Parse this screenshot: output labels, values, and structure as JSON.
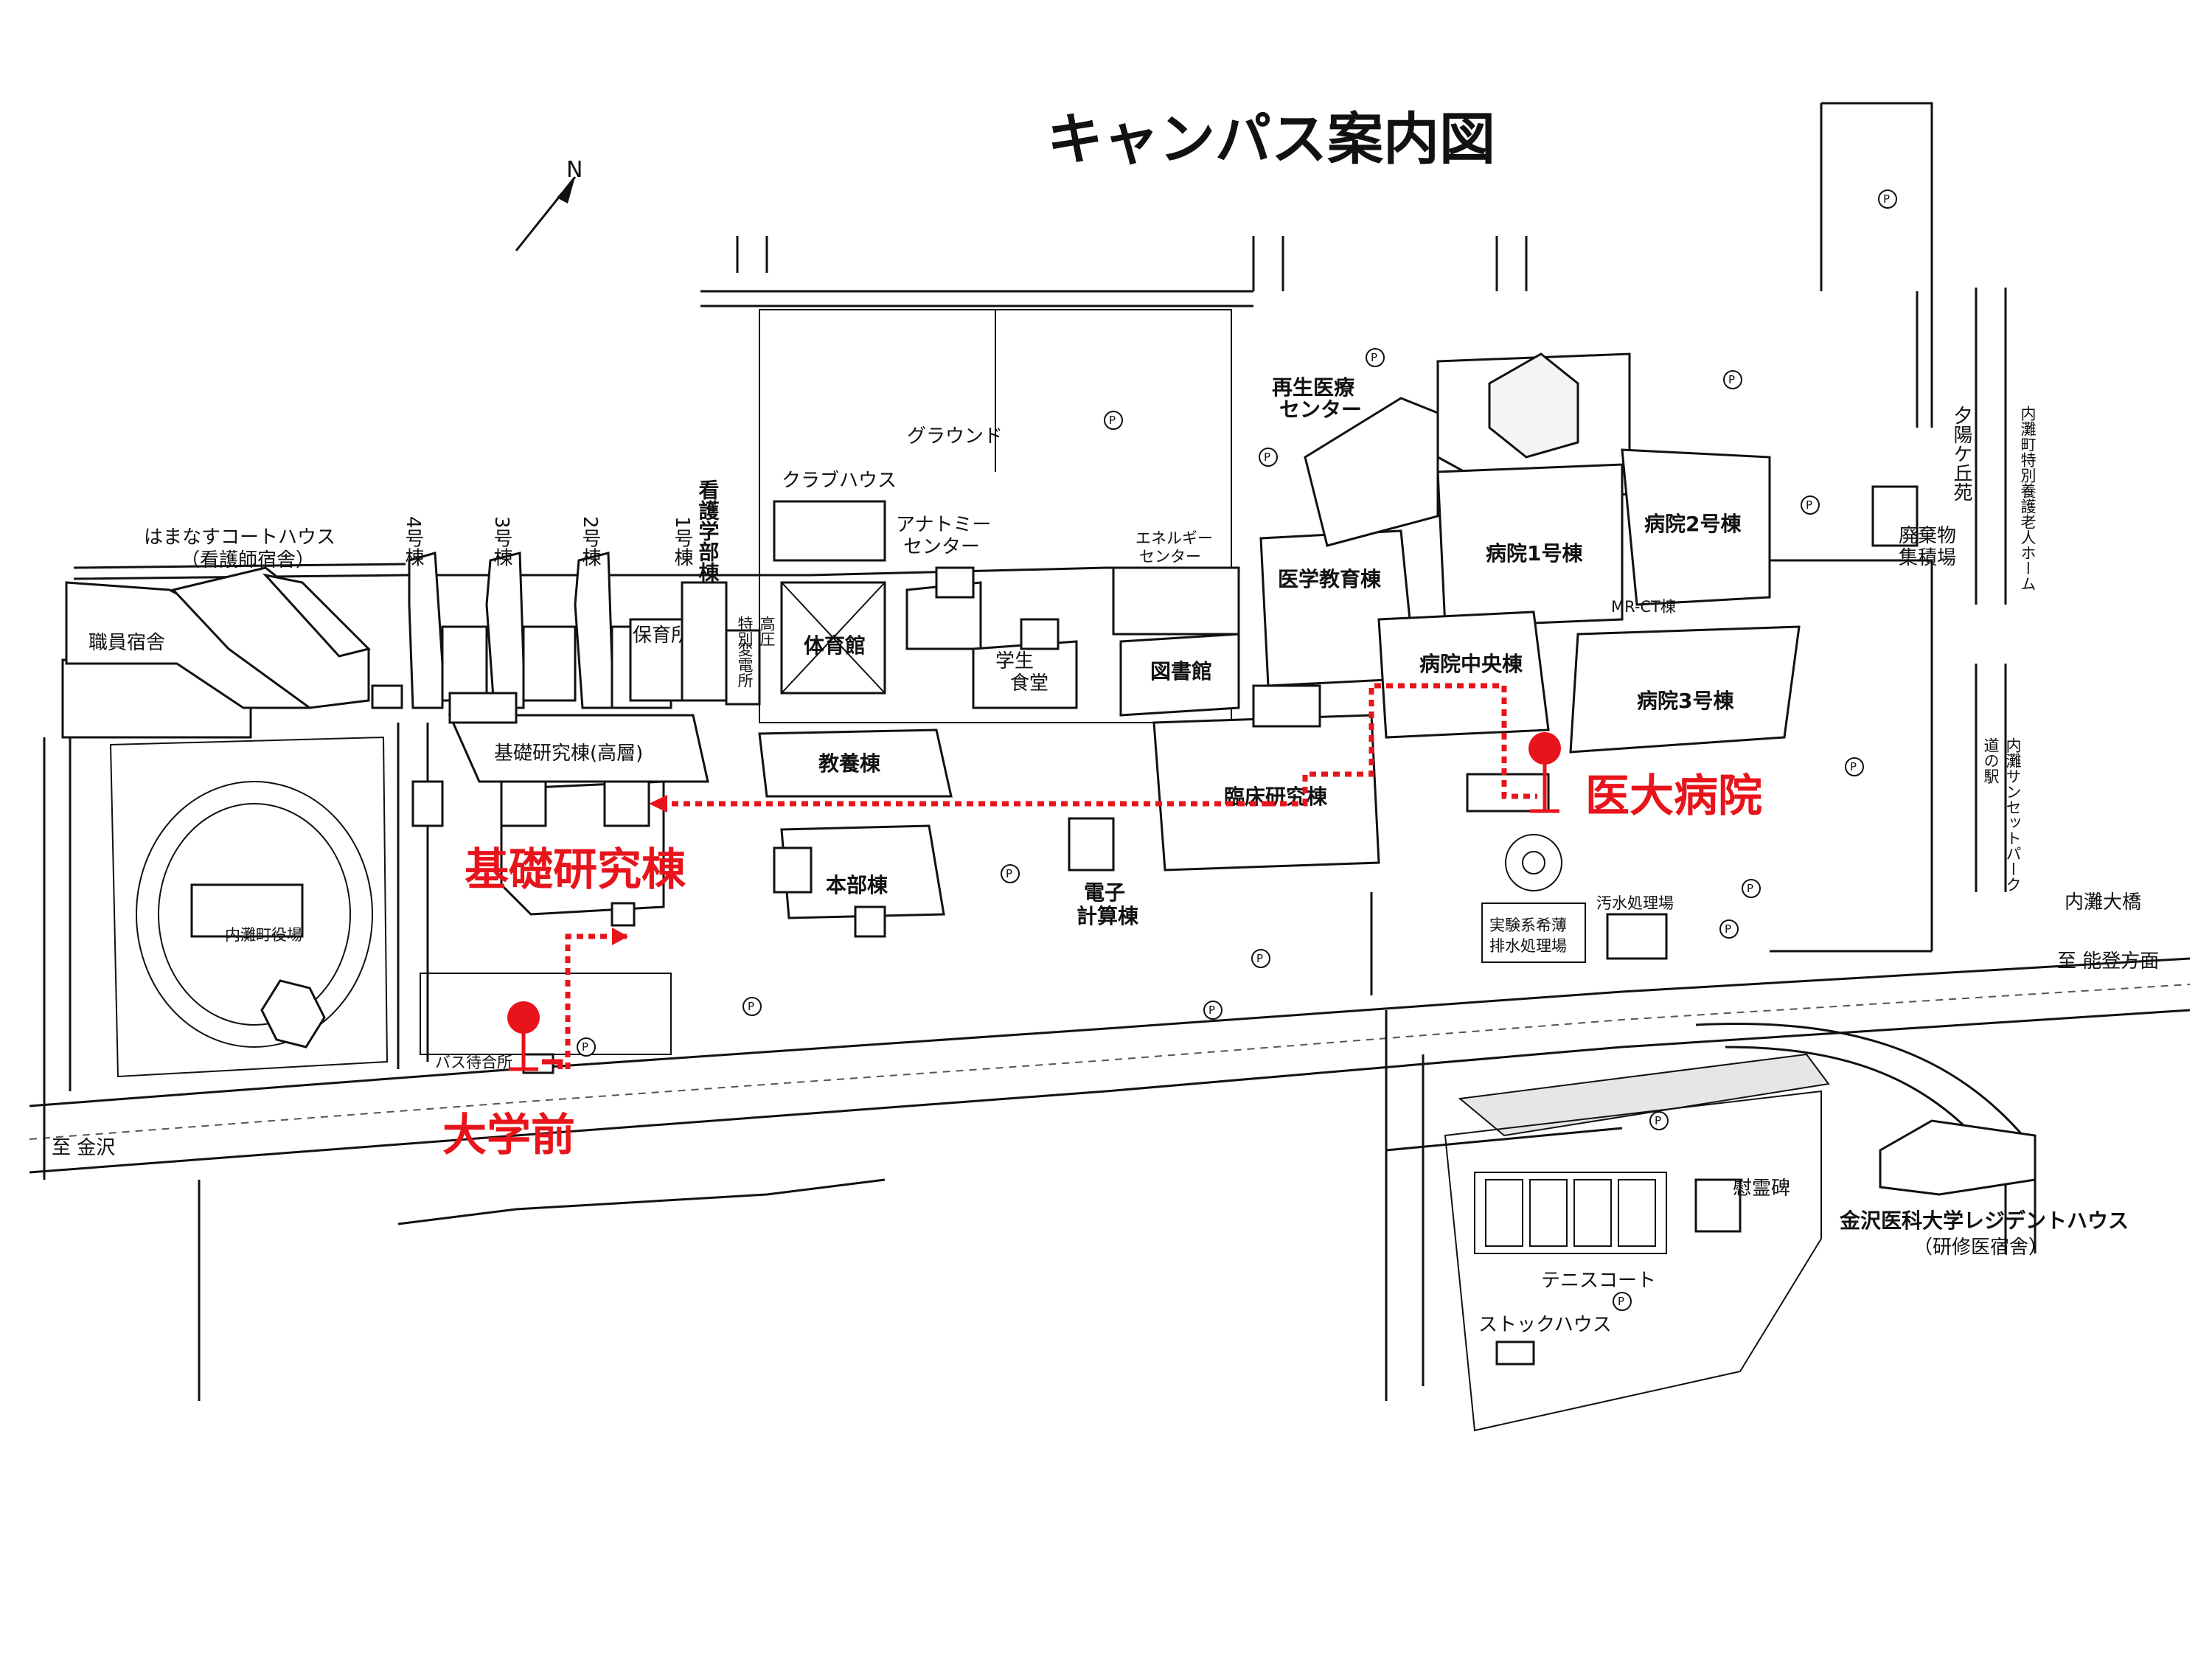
{
  "title": "キャンパス案内図",
  "compass": {
    "north_label": "N"
  },
  "colors": {
    "route": "#e8141b",
    "ink": "#111111",
    "shade": "#e6e6e6"
  },
  "parking_symbol": "P",
  "labels": {
    "hamanasu": "はまなすコートハウス",
    "hamanasu_sub": "（看護師宿舎）",
    "shokuin": "職員宿舎",
    "uchinada_yakuba": "内灘町役場",
    "bus_stop": "バス待合所",
    "kiso_high": "基礎研究棟(高層)",
    "hoikusho": "保育所",
    "tokubetsu_1": "特別",
    "tokubetsu_2": "高圧",
    "tokubetsu_3": "変電所",
    "club": "クラブハウス",
    "ground": "グラウンド",
    "anatomy_1": "アナトミー",
    "anatomy_2": "センター",
    "taiikukan": "体育館",
    "energy_1": "エネルギー",
    "energy_2": "センター",
    "gakusei_1": "学生",
    "gakusei_2": "食堂",
    "toshokan": "図書館",
    "kyoyo": "教養棟",
    "honbu": "本部棟",
    "denshi_1": "電子",
    "denshi_2": "計算棟",
    "rinsho": "臨床研究棟",
    "igaku_kyoiku": "医学教育棟",
    "saisei_1": "再生医療",
    "saisei_2": "センター",
    "byoin1": "病院1号棟",
    "byoin2": "病院2号棟",
    "byoin3": "病院3号棟",
    "byoin_chuo": "病院中央棟",
    "mrct": "MR-CT棟",
    "haikibutsu_1": "廃棄物",
    "haikibutsu_2": "集積場",
    "osui": "汚水処理場",
    "jikken_1": "実験系希薄",
    "jikken_2": "排水処理場",
    "uchinada_ohashi": "内灘大橋",
    "to_noto": "至 能登方面",
    "to_kanazawa": "至 金沢",
    "tennis": "テニスコート",
    "stock": "ストックハウス",
    "ireihi": "慰霊碑",
    "resident": "金沢医科大学レジデントハウス",
    "resident_sub": "（研修医宿舎）",
    "bldg4": "4号棟",
    "bldg3": "3号棟",
    "bldg2": "2号棟",
    "bldg1": "1号棟",
    "kango": "看護学部棟",
    "yuhigaoka": "夕陽ケ丘苑",
    "tokuyo": "内灘町特別養護老人ホーム",
    "michinoeki": "道の駅",
    "sunset": "内灘サンセットパーク"
  },
  "callouts": {
    "kiso": "基礎研究棟",
    "idai": "医大病院",
    "daigakumae": "大学前"
  }
}
